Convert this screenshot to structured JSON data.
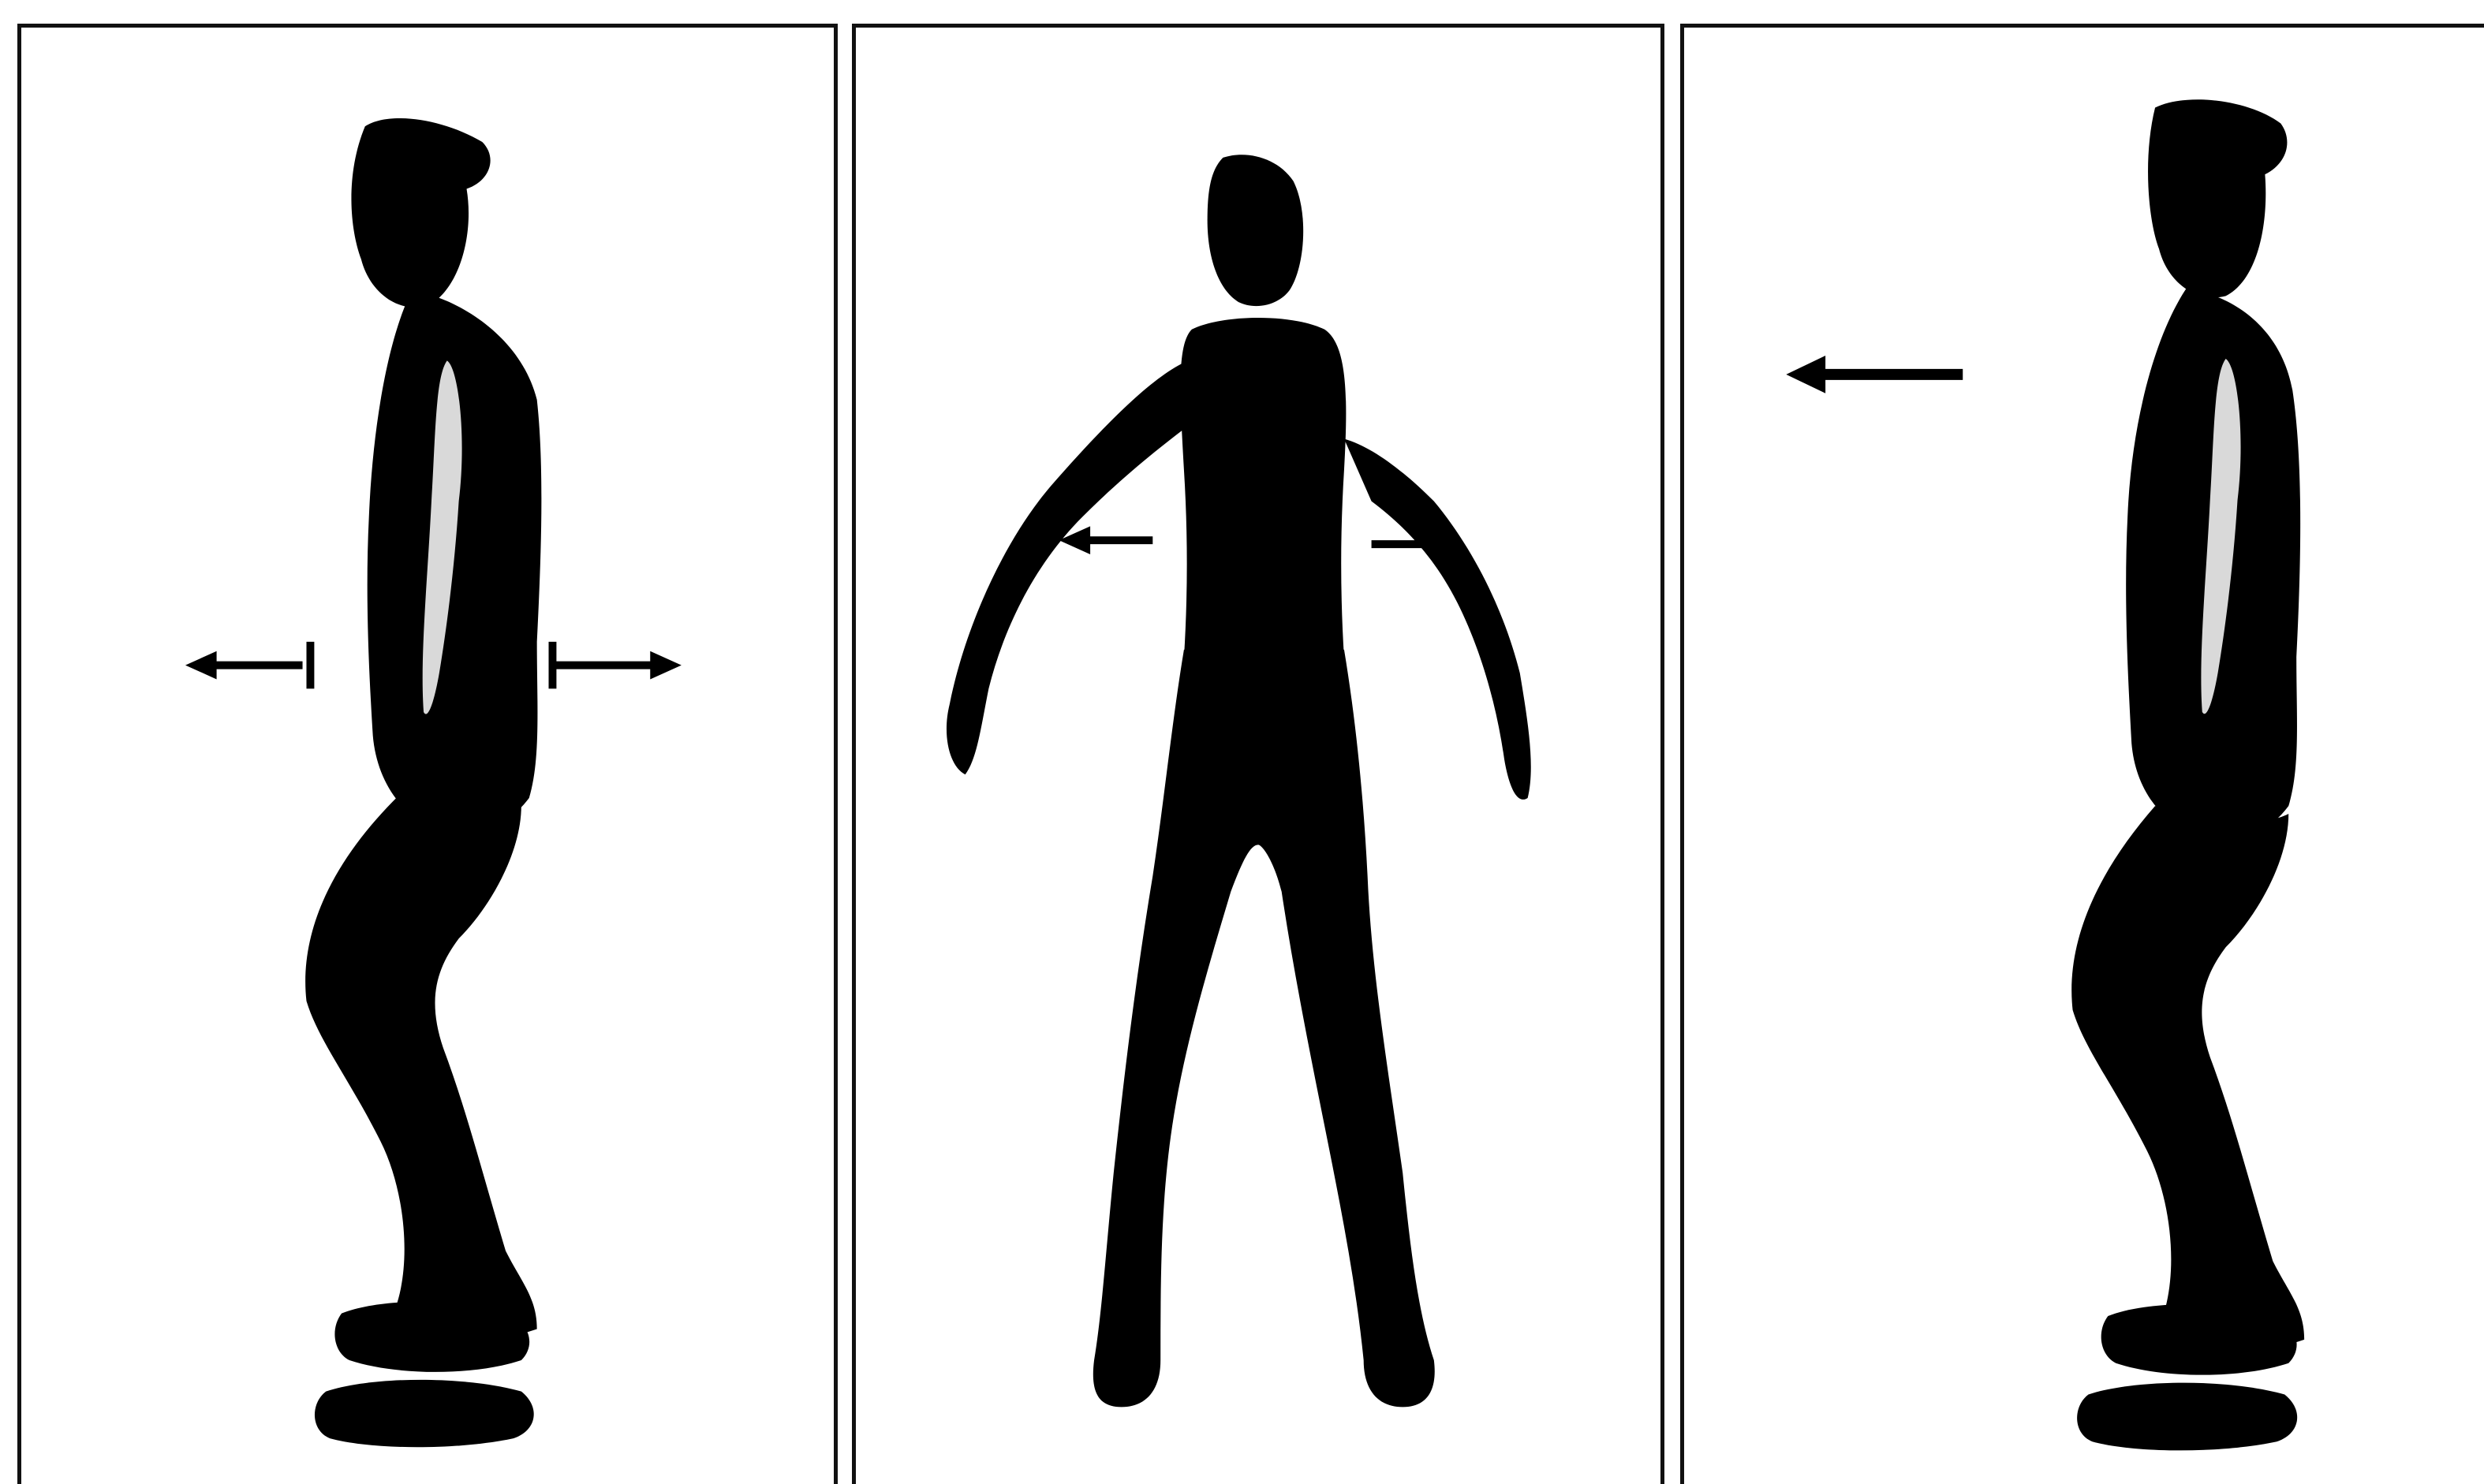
{
  "figure": {
    "panels": [
      {
        "view": "side",
        "arrows": "horizontal-out"
      },
      {
        "view": "front",
        "arrows": "horizontal-out"
      },
      {
        "view": "side",
        "arrows": "left"
      }
    ]
  },
  "colors": {
    "ink": "#000000",
    "background": "#ffffff",
    "frame": "#111111"
  }
}
